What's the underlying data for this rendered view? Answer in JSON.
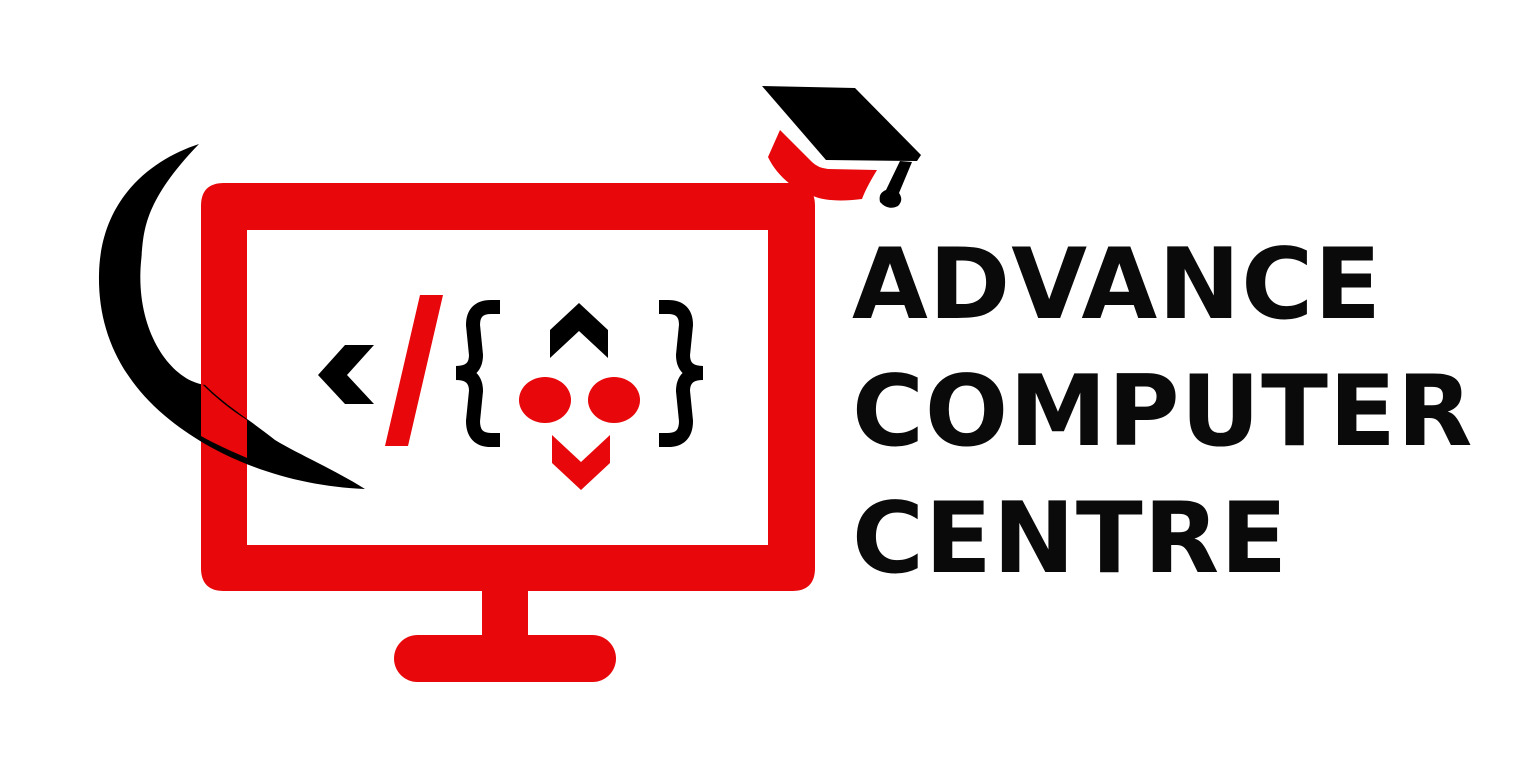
{
  "brand": {
    "lines": [
      "ADVANCE",
      "COMPUTER",
      "CENTRE"
    ]
  },
  "colors": {
    "primary_red": "#e8070a",
    "ink_black": "#000000",
    "background": "#ffffff"
  },
  "icons": {
    "monitor": "monitor-icon",
    "graduation_cap": "graduation-cap-icon",
    "swoosh": "swoosh-icon",
    "code_symbol": "code-symbol-icon",
    "face": "curly-brace-face-icon"
  }
}
